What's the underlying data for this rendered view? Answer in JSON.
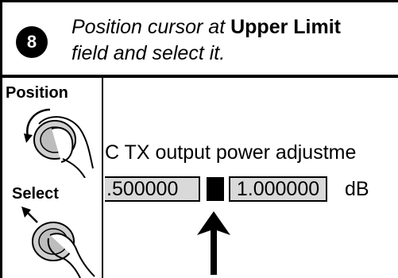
{
  "step": {
    "number": "8",
    "line1_prefix": "Position cursor at",
    "line1_emphasis": "Upper Limit",
    "line2": "field and select it."
  },
  "controls": {
    "position_label": "Position",
    "select_label": "Select"
  },
  "field": {
    "title": "C TX output power adjustme",
    "lower_value": ".500000",
    "upper_value": "1.000000",
    "unit": "dB"
  }
}
